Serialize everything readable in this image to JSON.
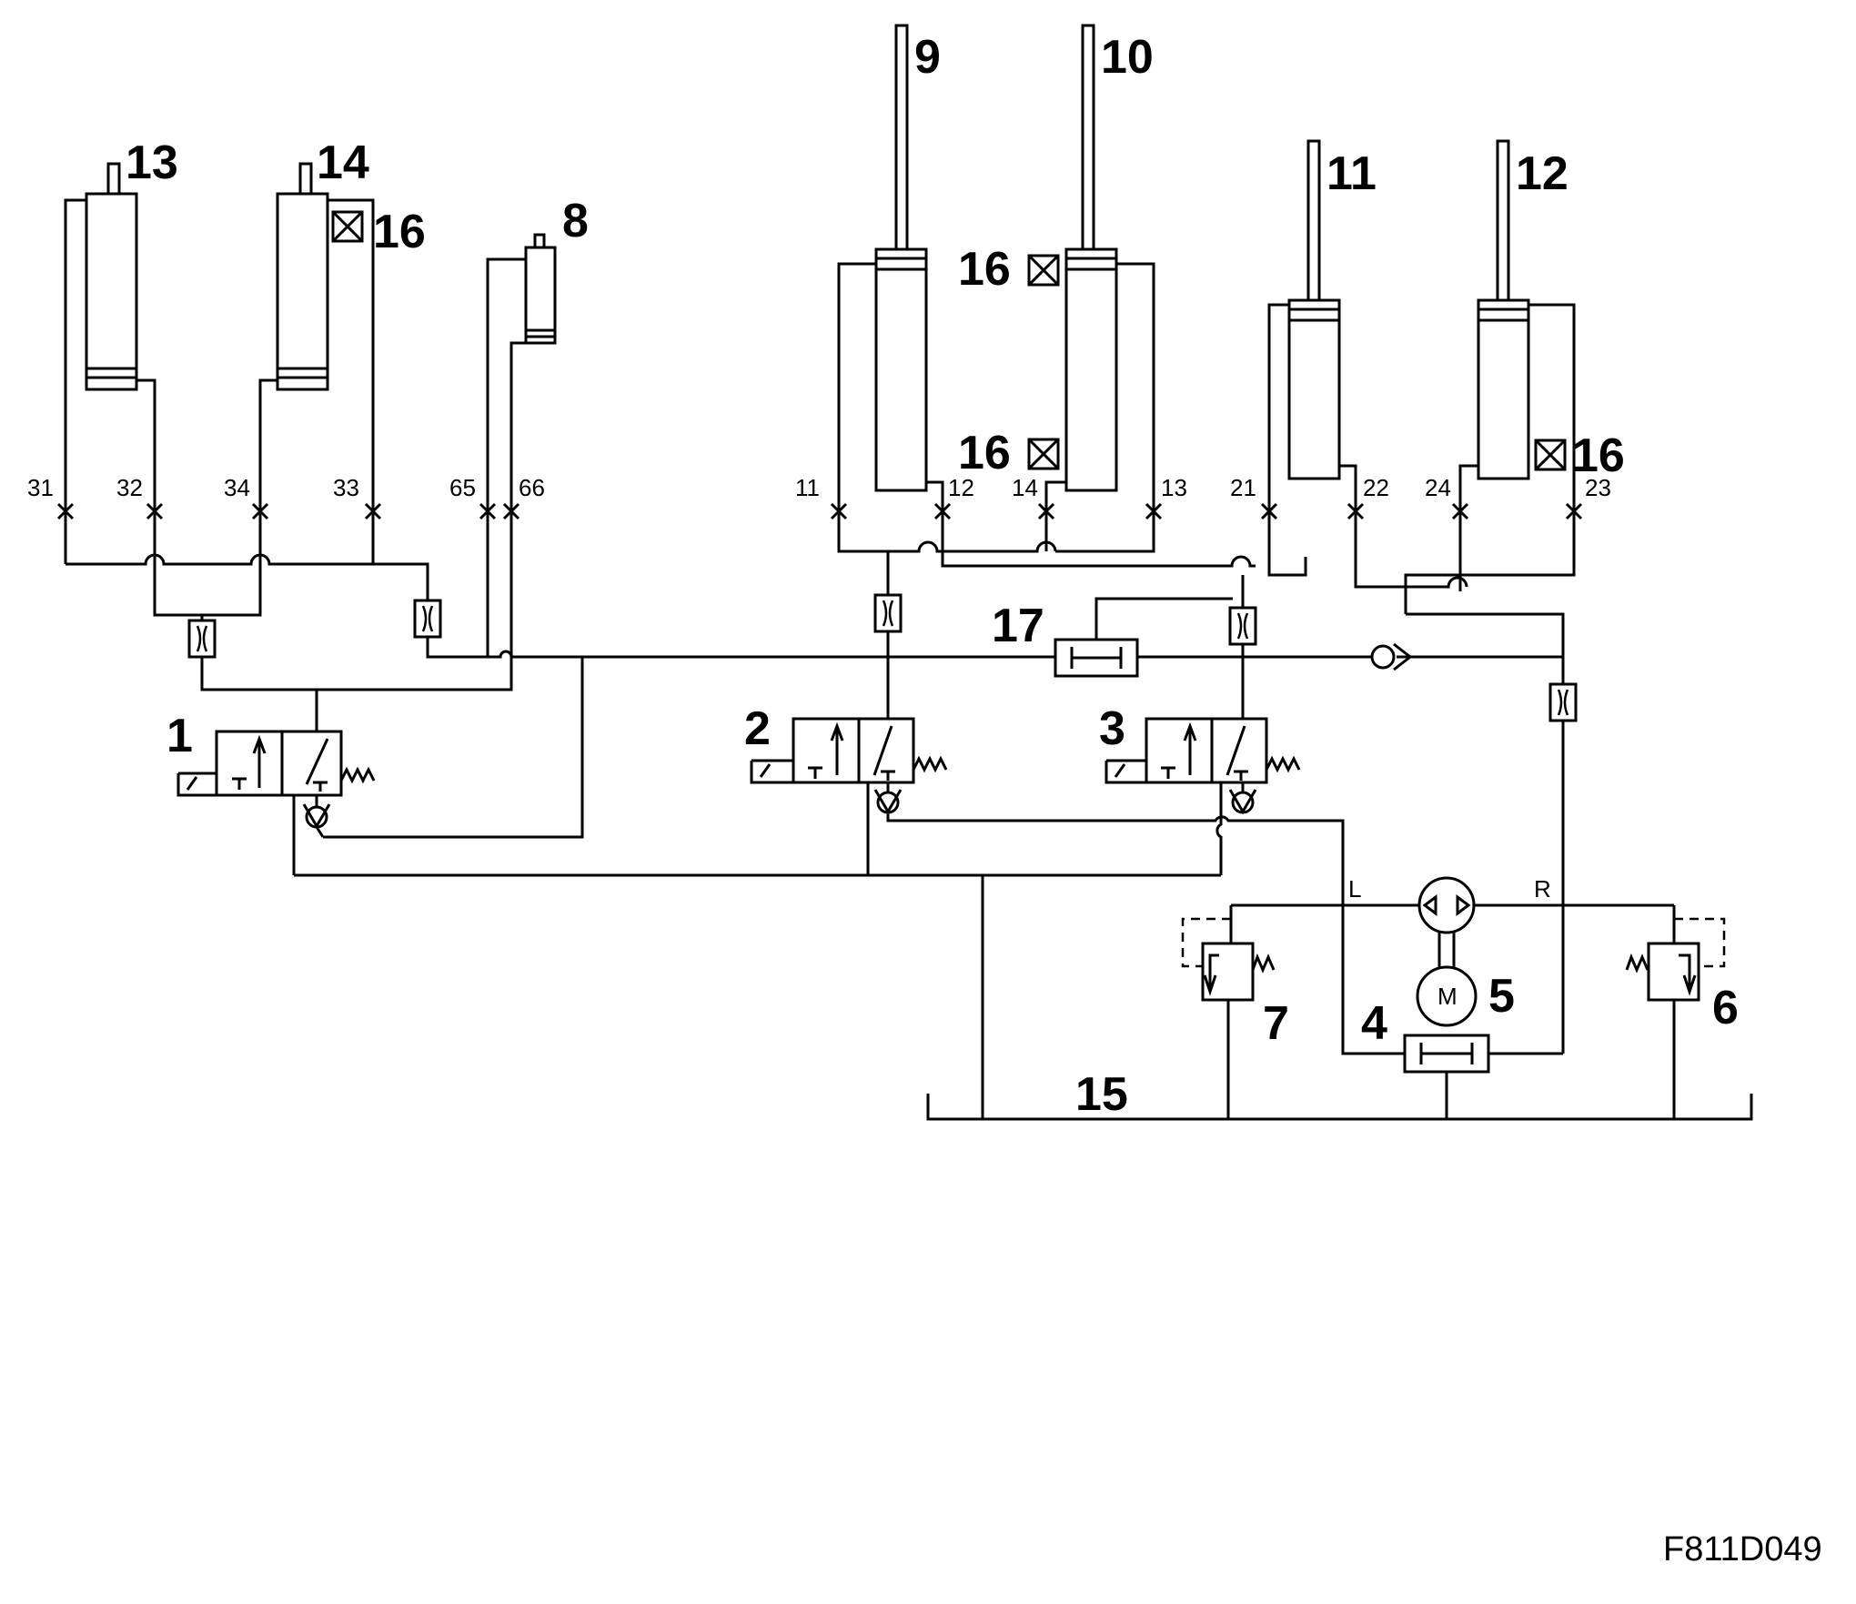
{
  "labels": {
    "c1": "1",
    "c2": "2",
    "c3": "3",
    "c4": "4",
    "c5": "5",
    "c6": "6",
    "c7": "7",
    "c8": "8",
    "c9": "9",
    "c10": "10",
    "c11": "11",
    "c12": "12",
    "c13": "13",
    "c14": "14",
    "c15": "15",
    "c16": "16",
    "c17": "17"
  },
  "ports": {
    "p31": "31",
    "p32": "32",
    "p34": "34",
    "p33": "33",
    "p65": "65",
    "p66": "66",
    "p11": "11",
    "p12": "12",
    "p14": "14",
    "p13": "13",
    "p21": "21",
    "p22": "22",
    "p24": "24",
    "p23": "23"
  },
  "motor": {
    "letter": "M",
    "left": "L",
    "right": "R"
  },
  "figure_code": "F811D049"
}
